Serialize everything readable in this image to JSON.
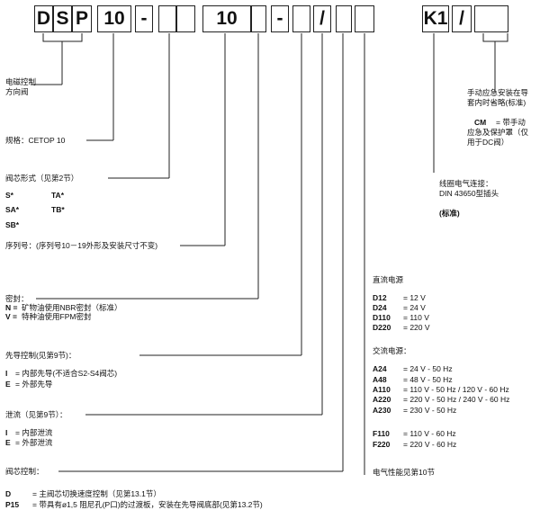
{
  "code_boxes": [
    "D",
    "S",
    "P",
    "10",
    "-",
    "",
    "",
    "10",
    "",
    "-",
    "",
    "/",
    "",
    "",
    "K1",
    "/",
    ""
  ],
  "items": {
    "type": "电磁控制\n方向阀",
    "size": "规格：CETOP 10",
    "spool_title": "阀芯形式（见第2节）",
    "spools": [
      "S*",
      "SA*",
      "SB*",
      "TA*",
      "TB*"
    ],
    "series": "序列号：(序列号10－19外形及安装尺寸不变)",
    "seals_title": "密封：",
    "seal_n_code": "N =",
    "seal_n_text": "矿物油使用NBR密封（标准）",
    "seal_v_code": "V =",
    "seal_v_text": "特种油使用FPM密封",
    "pilot_title": "先导控制(见第9节)：",
    "pilot_i_code": "I",
    "pilot_i_text": "= 内部先导(不适合S2-S4阀芯)",
    "pilot_e_code": "E",
    "pilot_e_text": "= 外部先导",
    "drain_title": "泄流（见第9节）：",
    "drain_i_code": "I",
    "drain_i_text": "= 内部泄流",
    "drain_e_code": "E",
    "drain_e_text": "= 外部泄流",
    "spool_ctrl_title": "阀芯控制：",
    "ctrl_d_code": "D",
    "ctrl_d_text": "= 主阀芯切换速度控制（见第13.1节）",
    "ctrl_p15_code": "P15",
    "ctrl_p15_text": "= 带具有ø1,5 阻尼孔(P口)的过渡板，安装在先导阀底部(见第13.2节)",
    "manual_text_1": "手动应急安装在导套内时省略(标准)",
    "manual_cm_code": "CM",
    "manual_text_2": "= 带手动应急及保护罩（仅用于DC阀）",
    "coil_text": "线圈电气连接：DIN 43650型插头",
    "coil_std": "(标准)",
    "dc_title": "直流电源",
    "dc": [
      {
        "code": "D12",
        "val": "= 12 V"
      },
      {
        "code": "D24",
        "val": "= 24 V"
      },
      {
        "code": "D110",
        "val": "= 110 V"
      },
      {
        "code": "D220",
        "val": "= 220 V"
      }
    ],
    "ac_title": "交流电源：",
    "ac": [
      {
        "code": "A24",
        "val": "=   24 V - 50 Hz"
      },
      {
        "code": "A48",
        "val": "=   48 V - 50 Hz"
      },
      {
        "code": "A110",
        "val": "= 110 V - 50 Hz / 120 V -   60 Hz"
      },
      {
        "code": "A220",
        "val": "= 220 V - 50 Hz / 240 V -   60 Hz"
      },
      {
        "code": "A230",
        "val": "= 230 V - 50 Hz"
      }
    ],
    "f": [
      {
        "code": "F110",
        "val": "= 110 V - 60 Hz"
      },
      {
        "code": "F220",
        "val": "= 220 V - 60 Hz"
      }
    ],
    "elec_perf": "电气性能见第10节"
  }
}
